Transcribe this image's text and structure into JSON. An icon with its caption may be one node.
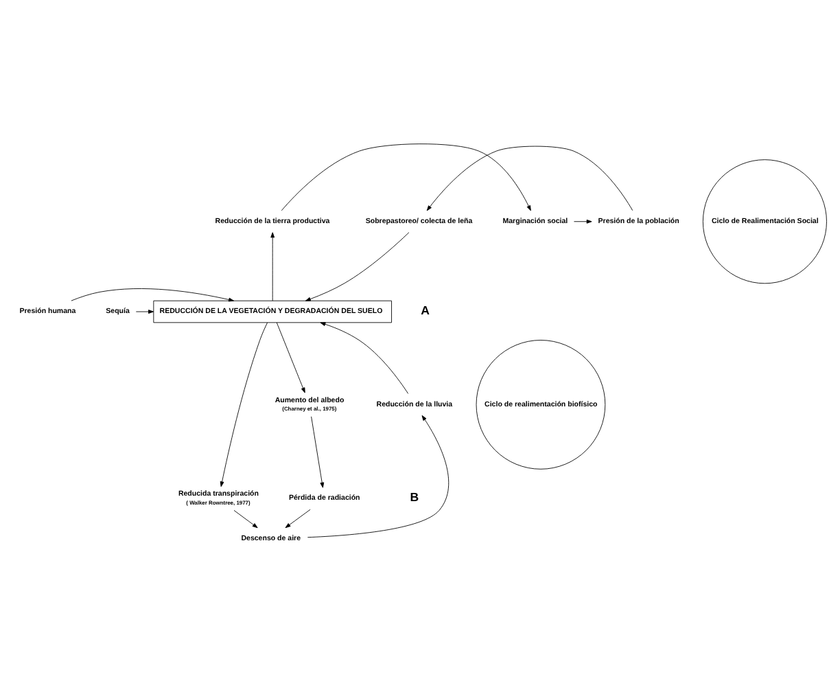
{
  "diagram": {
    "nodes": [
      {
        "text": [
          "Presión de la población"
        ]
      },
      {
        "text": [
          "Marginación social"
        ]
      },
      {
        "text": [
          "Sobrepastoreo/ colecta de leña"
        ]
      },
      {
        "text": [
          "Ciclo de Realimentación Social"
        ]
      },
      {
        "text": [
          "Reducción de la tierra productiva"
        ]
      },
      {
        "text": [
          "Sequía"
        ]
      },
      {
        "text": [
          "Presión humana"
        ]
      },
      {
        "text": [
          "REDUCCIÓN DE LA VEGETACIÓN Y DEGRADACIÓN DEL SUELO"
        ]
      },
      {
        "text": [
          "Aumento del albedo"
        ],
        "beside": [
          "(Charney et al., 1975)"
        ]
      },
      {
        "text": [
          "Reducción de la lluvia"
        ]
      },
      {
        "text": [
          "Ciclo de realimentación biofísico"
        ]
      },
      {
        "text": [
          "Pérdida de radiación"
        ]
      },
      {
        "text": [
          "Reducida transpiración"
        ],
        "beside": [
          "( Walker Rowntree, 1977)"
        ]
      },
      {
        "text": [
          "Descenso de aire"
        ]
      }
    ],
    "edges": [
      {
        "from": 1,
        "to": 0,
        "arrow": "to"
      },
      {
        "from": 0,
        "to": 2,
        "arrow": "to"
      },
      {
        "from": 2,
        "to": 7,
        "arrow": "to"
      },
      {
        "from": 7,
        "to": 4,
        "arrow": "to"
      },
      {
        "from": 4,
        "to": 1,
        "arrow": "to"
      },
      {
        "from": 5,
        "to": 7,
        "arrow": "to"
      },
      {
        "from": 6,
        "to": 7,
        "arrow": "to"
      },
      {
        "from": 7,
        "to": 8,
        "arrow": "to"
      },
      {
        "from": 7,
        "to": 12,
        "arrow": "to"
      },
      {
        "from": 8,
        "to": 11,
        "arrow": "to"
      },
      {
        "from": 11,
        "to": 13,
        "arrow": "to"
      },
      {
        "from": 12,
        "to": 13,
        "arrow": "to"
      },
      {
        "from": 13,
        "to": 9,
        "arrow": "to"
      },
      {
        "from": 9,
        "to": 7,
        "arrow": "to"
      }
    ],
    "labels": [
      "A",
      "B"
    ]
  }
}
